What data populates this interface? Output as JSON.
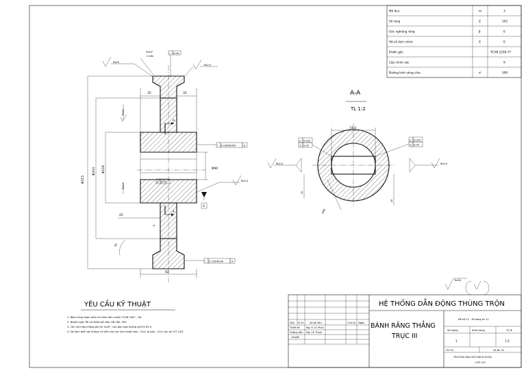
{
  "param_table": {
    "rows": [
      {
        "name": "Mô đun",
        "symbol": "m",
        "value": "3"
      },
      {
        "name": "Số răng",
        "symbol": "Z",
        "value": "103"
      },
      {
        "name": "Góc nghiêng răng",
        "symbol": "β",
        "value": "0"
      },
      {
        "name": "Hệ số dịch chỉnh",
        "symbol": "X",
        "value": "0"
      },
      {
        "name": "Profin gốc",
        "symbol": "",
        "value": "TCVN 2258-77"
      },
      {
        "name": "Cấp chính xác",
        "symbol": "",
        "value": "9"
      },
      {
        "name": "Đường kính vòng chia",
        "symbol": "d",
        "value": "309"
      }
    ]
  },
  "main_view": {
    "chamfer_note_1": "3x45°",
    "chamfer_note_2": "2 bên",
    "tol_top": "0.06",
    "ra_top_left": "Ra10",
    "ra_top_right": "Ra2,5",
    "dim_35_left": "35",
    "dim_35_right": "35",
    "ra_mid_left": "Ra10",
    "ra_low_left": "Ra10",
    "tol_right_1": "0.056/Φ300",
    "tol_right_1_ref": "A",
    "tol_mid": "0.04",
    "ra_right": "Ra2,5",
    "dim_d_outer": "Φ315",
    "dim_d_2": "Φ204",
    "dim_d_3": "Φ116",
    "dim_d_bore": "Φ90",
    "dim_45": "45",
    "dim_fillet": "6",
    "dim_angle": "R5",
    "tol_bottom": "0.105/Φ290",
    "tol_bottom_ref": "A",
    "dim_82": "82",
    "section_mark": "A",
    "datum": "A"
  },
  "section_view": {
    "title": "A-A",
    "scale": "TL 1:2",
    "dim_width": "74.0",
    "tol_left_1": "0.025",
    "tol_left_2": "0.05",
    "tol_right_1": "0.025",
    "tol_right_2": "0.05",
    "ra_left": "Ra2,5",
    "ra_right": "Ra2,5",
    "dim_left": "20",
    "dim_bore": "Φ90",
    "dim_right": "20"
  },
  "roughness_note": "Ra50",
  "requirements": {
    "title": "YÊU CẦU KỸ THUẬT",
    "items": [
      "1.  Bánh răng được kiểm tra theo tiêu chuẩn TCVN 1067 – 84.",
      "2.  Nhiệt luyện Tôi cải thiện bề mặt, HB 180..350.",
      "3.  Các vát mép không ghi thì 1x45°, các góc lượn không ghi thì R2,5.",
      "4.  Sai lệch giới hạn không chỉ dẫn của các kích thước bao – H14, bị bao – h14, còn lại ±IT 14/2."
    ]
  },
  "title_block": {
    "project": "HỆ THỐNG DẪN ĐỘNG THÙNG TRỘN",
    "part_name_1": "BÁNH RĂNG THẲNG",
    "part_name_2": "TRỤC III",
    "assignment": "Đề số 11 – Phương án 11",
    "qty_label": "Số lượng",
    "mass_label": "Khối lượng",
    "scale_label": "Tỷ lệ",
    "qty_value": "1",
    "scale_value": "1:2",
    "sheet_label": "Tờ: 01",
    "sheets_label": "Số tờ: 01",
    "school": "TRƯỜNG ĐẠI HỌC BÁCH KHOA",
    "class": "LỚP L07",
    "col_headers": [
      "Sửa",
      "Vị trí",
      "Số tài liệu",
      "Chữ ký",
      "Ngày"
    ],
    "role_rows": [
      {
        "role": "Thiết kế",
        "name": "Ng. H. H. Phúc"
      },
      {
        "role": "Hướng dẫn",
        "name": "Ng. Vũ Thịnh"
      },
      {
        "role": "Duyệt",
        "name": ""
      }
    ]
  }
}
